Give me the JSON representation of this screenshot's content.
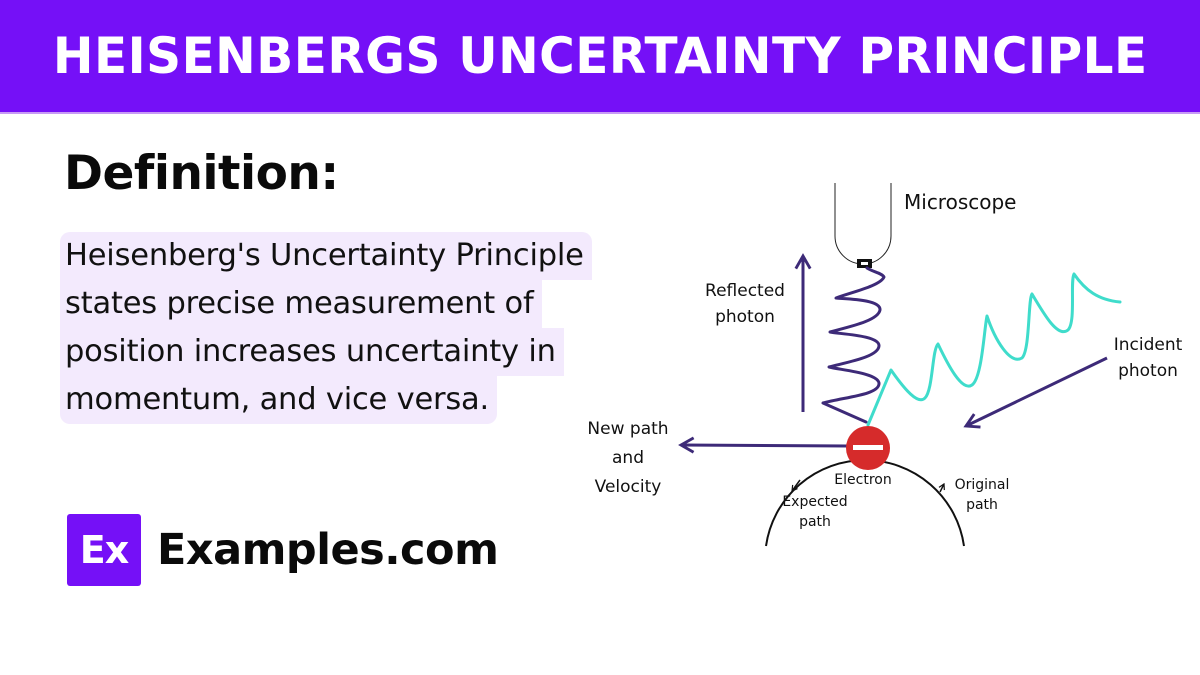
{
  "header": {
    "title": "HEISENBERGS UNCERTAINTY PRINCIPLE",
    "background_color": "#7510f7"
  },
  "definition": {
    "heading": "Definition:",
    "lines": [
      "Heisenberg's Uncertainty Principle",
      "states precise measurement of",
      "position increases uncertainty in",
      "momentum, and vice versa."
    ],
    "highlight_color": "#f3eafd"
  },
  "branding": {
    "logo_mark": "Ex",
    "site_name": "Examples.com"
  },
  "diagram": {
    "labels": {
      "microscope": "Microscope",
      "reflected_photon": [
        "Reflected",
        "photon"
      ],
      "incident_photon": [
        "Incident",
        "photon"
      ],
      "new_path": [
        "New path",
        "and",
        "Velocity"
      ],
      "electron": "Electron",
      "expected_path": [
        "Expected",
        "path"
      ],
      "original_path": [
        "Original",
        "path"
      ]
    },
    "colors": {
      "reflected_wave": "#3d2a78",
      "incident_wave": "#3fdccb",
      "arrows": "#3d2a78",
      "electron": "#d62b2b",
      "orbit": "#111111"
    },
    "icons": {
      "electron": "minus-circle-icon",
      "microscope": "microscope-icon"
    }
  }
}
